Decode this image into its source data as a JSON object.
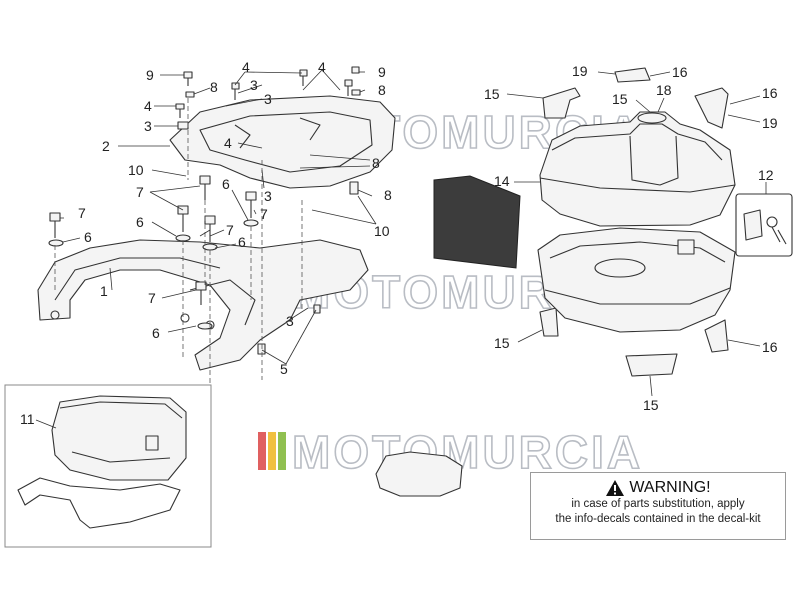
{
  "watermark": {
    "text": "MOTOMURCIA",
    "stripe_colors": [
      "#e06060",
      "#f0c040",
      "#90c050"
    ]
  },
  "callouts": [
    {
      "id": "c9a",
      "text": "9"
    },
    {
      "id": "c4a",
      "text": "4"
    },
    {
      "id": "c3a",
      "text": "3"
    },
    {
      "id": "c8a",
      "text": "8"
    },
    {
      "id": "c3b",
      "text": "3"
    },
    {
      "id": "c4b",
      "text": "4"
    },
    {
      "id": "c4c",
      "text": "4"
    },
    {
      "id": "c9b",
      "text": "9"
    },
    {
      "id": "c8b",
      "text": "8"
    },
    {
      "id": "c2",
      "text": "2"
    },
    {
      "id": "c4d",
      "text": "4"
    },
    {
      "id": "c3c",
      "text": "3"
    },
    {
      "id": "c8c",
      "text": "8"
    },
    {
      "id": "c10a",
      "text": "10"
    },
    {
      "id": "c7a",
      "text": "7"
    },
    {
      "id": "c6a",
      "text": "6"
    },
    {
      "id": "c8d",
      "text": "8"
    },
    {
      "id": "c3d",
      "text": "3"
    },
    {
      "id": "c7b",
      "text": "7"
    },
    {
      "id": "c10b",
      "text": "10"
    },
    {
      "id": "c6b",
      "text": "6"
    },
    {
      "id": "c7c",
      "text": "7"
    },
    {
      "id": "c7d",
      "text": "7"
    },
    {
      "id": "c6c",
      "text": "6"
    },
    {
      "id": "c6d",
      "text": "6"
    },
    {
      "id": "c1",
      "text": "1"
    },
    {
      "id": "c7e",
      "text": "7"
    },
    {
      "id": "c3e",
      "text": "3"
    },
    {
      "id": "c6e",
      "text": "6"
    },
    {
      "id": "c5",
      "text": "5"
    },
    {
      "id": "c11",
      "text": "11"
    },
    {
      "id": "c19a",
      "text": "19"
    },
    {
      "id": "c16a",
      "text": "16"
    },
    {
      "id": "c15a",
      "text": "15"
    },
    {
      "id": "c15b",
      "text": "15"
    },
    {
      "id": "c18",
      "text": "18"
    },
    {
      "id": "c16b",
      "text": "16"
    },
    {
      "id": "c19b",
      "text": "19"
    },
    {
      "id": "c14",
      "text": "14"
    },
    {
      "id": "c12",
      "text": "12"
    },
    {
      "id": "c15c",
      "text": "15"
    },
    {
      "id": "c16c",
      "text": "16"
    },
    {
      "id": "c15d",
      "text": "15"
    }
  ],
  "warning": {
    "title": "WARNING!",
    "line1": "in case of parts substitution, apply",
    "line2": "the info-decals contained in the decal-kit"
  },
  "icons": {
    "warning": "warning-triangle-icon"
  }
}
